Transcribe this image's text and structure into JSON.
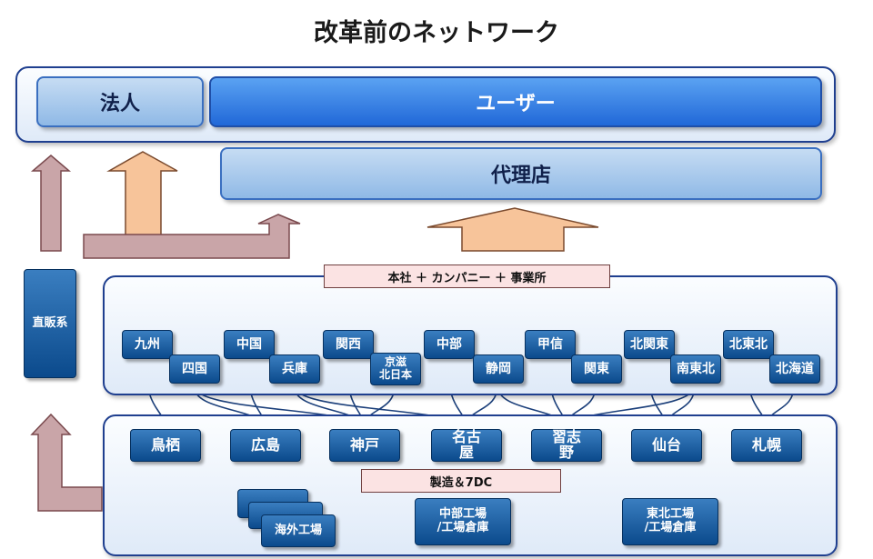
{
  "title": "改革前のネットワーク",
  "top": {
    "left_label": "法人",
    "right_label": "ユーザー"
  },
  "agency": "代理店",
  "direct_sales": "直販系",
  "hq_label": "本社 ＋ カンパニー ＋ 事業所",
  "mfg_label": "製造＆7DC",
  "regions": {
    "upper": [
      "九州",
      "中国",
      "関西",
      "中部",
      "甲信",
      "北関東",
      "北東北"
    ],
    "lower": [
      "四国",
      "兵庫",
      "京滋\n北日本",
      "静岡",
      "関東",
      "南東北",
      "北海道"
    ]
  },
  "factories": [
    "鳥栖",
    "広島",
    "神戸",
    "名古\n屋",
    "習志\n野",
    "仙台",
    "札幌"
  ],
  "warehouses": {
    "overseas": "海外工場",
    "chubu": "中部工場\n/工場倉庫",
    "tohoku": "東北工場\n/工場倉庫"
  },
  "colors": {
    "node": "#0b4a8c",
    "panel_border": "#1f3f8f",
    "light_bar": "#8fb9e6",
    "blue_bar": "#2168d8",
    "pink_arrow": "#c9a5a8",
    "orange_arrow": "#f7c49a"
  }
}
